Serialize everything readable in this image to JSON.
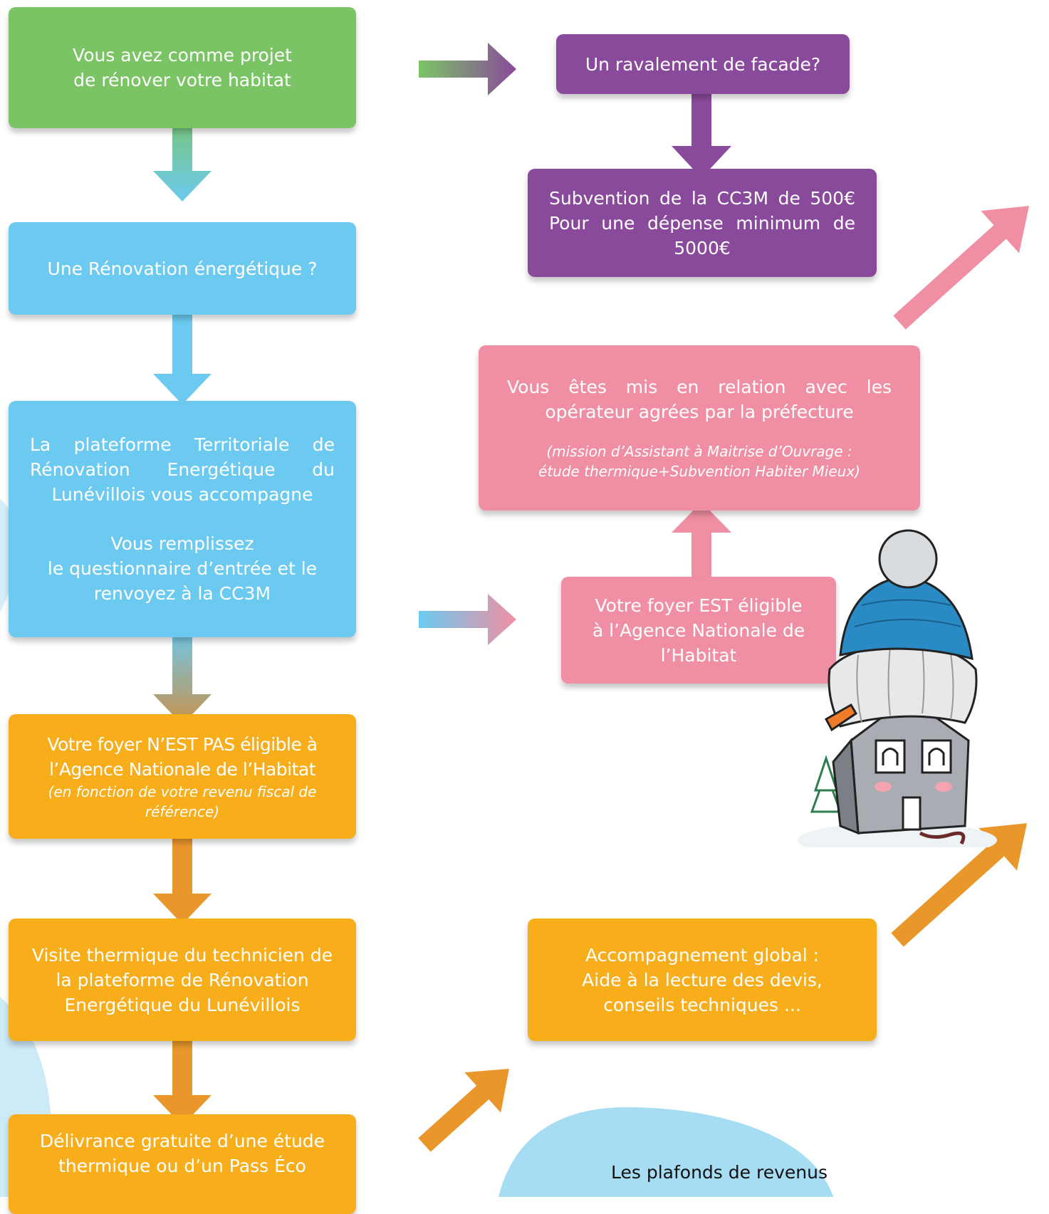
{
  "colors": {
    "green": "#7ac466",
    "blue": "#6ccaf0",
    "purple": "#8a4a9b",
    "pink": "#f08fa3",
    "orange": "#f8ad1a",
    "orange_arrow": "#e9962a"
  },
  "boxes": {
    "project": {
      "lines": [
        "Vous avez comme projet",
        "de rénover votre habitat"
      ]
    },
    "renovation": {
      "text": "Une Rénovation énergétique ?"
    },
    "plateforme": {
      "para1": "La plateforme Territoriale de Rénovation Energétique du Lunévillois vous accompagne",
      "para2_lines": [
        "Vous remplissez",
        "le questionnaire d’entrée et le",
        "renvoyez à la CC3M"
      ]
    },
    "not_eligible": {
      "text": "Votre foyer N’EST PAS éligible à l’Agence Nationale de l’Habitat",
      "note": "(en fonction de votre revenu fiscal de référence)"
    },
    "visite": {
      "text": "Visite thermique du technicien de la plateforme de Rénovation Energétique du Lunévillois"
    },
    "delivrance": {
      "lines": [
        "Délivrance gratuite d’une étude",
        "thermique ou d’un Pass Éco"
      ]
    },
    "ravalement": {
      "text": "Un ravalement de facade?"
    },
    "subvention": {
      "text": "Subvention de la CC3M de 500€ Pour une dépense minimum de 5000€"
    },
    "operateurs": {
      "text": "Vous êtes mis en relation avec les opérateur agrées par la préfecture",
      "note_lines": [
        "(mission d’Assistant à Maitrise d’Ouvrage :",
        "étude thermique+Subvention Habiter Mieux)"
      ]
    },
    "eligible": {
      "lines": [
        "Votre foyer EST éligible",
        "à l’Agence Nationale de",
        "l’Habitat"
      ]
    },
    "accompagnement": {
      "lines": [
        "Accompagnement global :",
        "Aide à la lecture des devis,",
        "conseils techniques ..."
      ]
    }
  },
  "plafonds": {
    "title": "Les plafonds de revenus"
  },
  "illustration": {
    "icon": "house-with-wool-hat-icon"
  }
}
